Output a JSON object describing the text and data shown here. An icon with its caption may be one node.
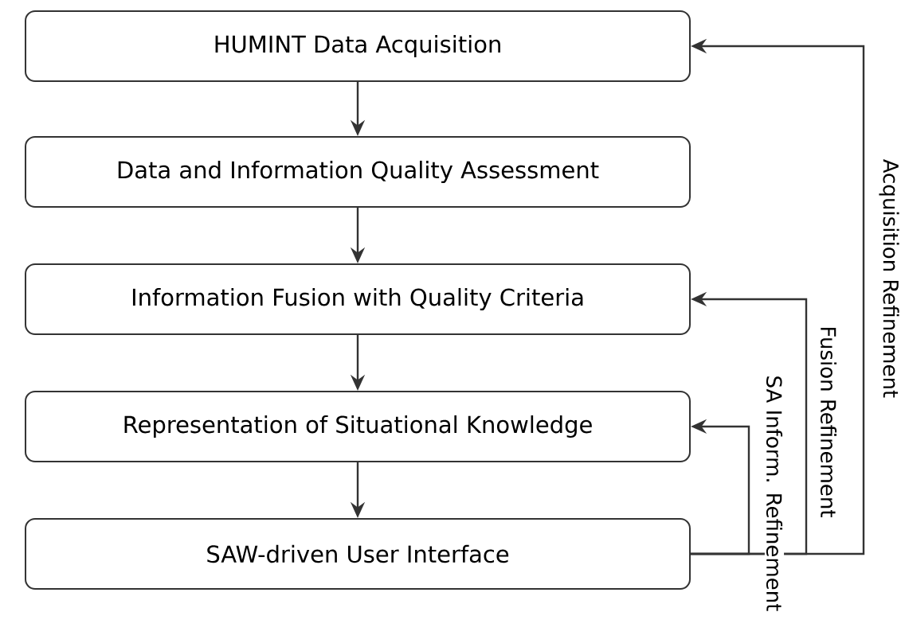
{
  "diagram": {
    "nodes": [
      {
        "text": [
          "HUMINT Data Acquisition"
        ]
      },
      {
        "text": [
          "Data and Information Quality Assessment"
        ]
      },
      {
        "text": [
          "Information Fusion with Quality Criteria"
        ]
      },
      {
        "text": [
          "Representation of Situational Knowledge"
        ]
      },
      {
        "text": [
          "SAW-driven User Interface"
        ]
      }
    ],
    "edges": [
      {
        "from": 0,
        "to": 1,
        "arrow": "to"
      },
      {
        "from": 1,
        "to": 2,
        "arrow": "to"
      },
      {
        "from": 2,
        "to": 3,
        "arrow": "to"
      },
      {
        "from": 3,
        "to": 4,
        "arrow": "to"
      },
      {
        "from": 4,
        "to": 3,
        "arrow": "to",
        "label": "SA Inform. Refinement"
      },
      {
        "from": 4,
        "to": 2,
        "arrow": "to",
        "label": "Fusion Refinement"
      },
      {
        "from": 4,
        "to": 0,
        "arrow": "to",
        "label": "Acquisition Refinement"
      }
    ]
  }
}
